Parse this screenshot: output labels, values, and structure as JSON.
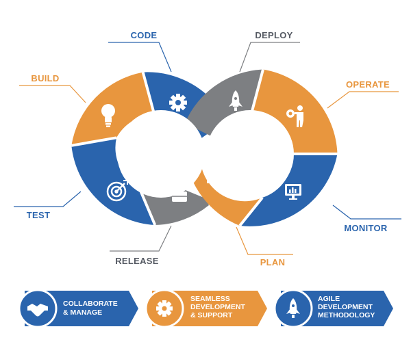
{
  "colors": {
    "blue": "#2a64ad",
    "orange": "#e8963e",
    "gray": "#7d7f82",
    "white": "#ffffff"
  },
  "stages": [
    {
      "label": "CODE",
      "color": "blue",
      "icon": "gear-icon"
    },
    {
      "label": "BUILD",
      "color": "orange",
      "icon": "lightbulb-icon"
    },
    {
      "label": "TEST",
      "color": "blue",
      "icon": "target-icon"
    },
    {
      "label": "RELEASE",
      "color": "gray",
      "icon": "briefcase-icon"
    },
    {
      "label": "DEPLOY",
      "color": "gray",
      "icon": "rocket-icon"
    },
    {
      "label": "OPERATE",
      "color": "orange",
      "icon": "person-gear-icon"
    },
    {
      "label": "MONITOR",
      "color": "blue",
      "icon": "monitor-chart-icon"
    },
    {
      "label": "PLAN",
      "color": "orange",
      "icon": "handshake-icon"
    }
  ],
  "banners": [
    {
      "line1": "COLLABORATE",
      "line2": "& MANAGE",
      "line3": "",
      "color": "blue",
      "icon": "handshake-icon"
    },
    {
      "line1": "SEAMLESS",
      "line2": "DEVELOPMENT",
      "line3": "& SUPPORT",
      "color": "orange",
      "icon": "gear-icon"
    },
    {
      "line1": "AGILE",
      "line2": "DEVELOPMENT",
      "line3": "METHODOLOGY",
      "color": "blue",
      "icon": "rocket-icon"
    }
  ]
}
